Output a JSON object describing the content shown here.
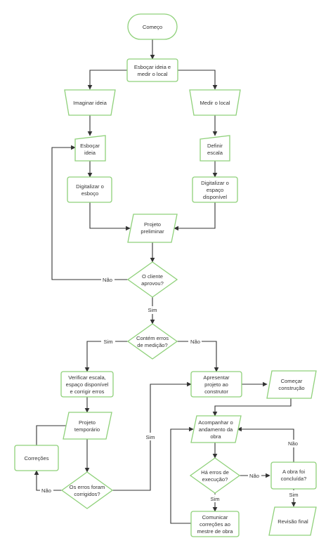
{
  "nodes": {
    "comeco": "Começo",
    "esbocar_medir": [
      "Esboçar ideia e",
      "medir o local"
    ],
    "imaginar": "Imaginar ideia",
    "medir": "Medir o local",
    "esbocar": [
      "Esboçar",
      "ideia"
    ],
    "definir": [
      "Definir",
      "escala"
    ],
    "digitalizar_esboco": [
      "Digitalizar o",
      "esboço"
    ],
    "digitalizar_espaco": [
      "Digitalizar o",
      "espaço",
      "disponível"
    ],
    "projeto_preliminar": [
      "Projeto",
      "preliminar"
    ],
    "cliente_aprovou": [
      "O cliente",
      "aprovou?"
    ],
    "contem_erros": [
      "Contém erros",
      "de medição?"
    ],
    "verificar": [
      "Verificar escala,",
      "espaço disponível",
      "e corrigir erros"
    ],
    "apresentar": [
      "Apresentar",
      "projeto ao",
      "construtor"
    ],
    "comecar_construcao": [
      "Começar",
      "construção"
    ],
    "projeto_temporario": [
      "Projeto",
      "temporário"
    ],
    "acompanhar": [
      "Acompanhar o",
      "andamento da",
      "obra"
    ],
    "correcoes": "Correções",
    "ha_erros": [
      "Há erros de",
      "execução?"
    ],
    "obra_concluida": [
      "A obra foi",
      "concluída?"
    ],
    "erros_corrigidos": [
      "Os erros foram",
      "corrigidos?"
    ],
    "comunicar": [
      "Comunicar",
      "correções ao",
      "mestre de obra"
    ],
    "revisao_final": "Revisão final"
  },
  "edge_labels": {
    "nao": "Não",
    "sim": "Sim"
  },
  "colors": {
    "node_stroke": "#8fd17a",
    "edge": "#333333",
    "text": "#333333",
    "background": "#ffffff"
  }
}
